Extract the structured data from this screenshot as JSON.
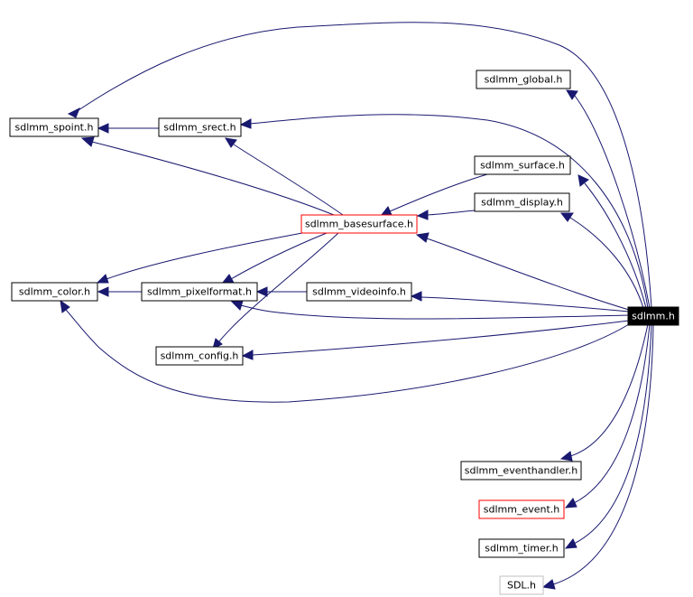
{
  "colors": {
    "edge": "#191970",
    "node_border_default": "#000000",
    "node_border_highlight": "#ff0000",
    "node_border_external": "#bfbfbf",
    "root_fill": "#000000",
    "root_text": "#ffffff"
  },
  "nodes": {
    "sdlmm_h": "sdlmm.h",
    "sdlmm_global_h": "sdlmm_global.h",
    "sdlmm_spoint_h": "sdlmm_spoint.h",
    "sdlmm_srect_h": "sdlmm_srect.h",
    "sdlmm_surface_h": "sdlmm_surface.h",
    "sdlmm_display_h": "sdlmm_display.h",
    "sdlmm_basesurface_h": "sdlmm_basesurface.h",
    "sdlmm_color_h": "sdlmm_color.h",
    "sdlmm_pixelformat_h": "sdlmm_pixelformat.h",
    "sdlmm_videoinfo_h": "sdlmm_videoinfo.h",
    "sdlmm_config_h": "sdlmm_config.h",
    "sdlmm_eventhandler_h": "sdlmm_eventhandler.h",
    "sdlmm_event_h": "sdlmm_event.h",
    "sdlmm_timer_h": "sdlmm_timer.h",
    "SDL_h": "SDL.h"
  }
}
